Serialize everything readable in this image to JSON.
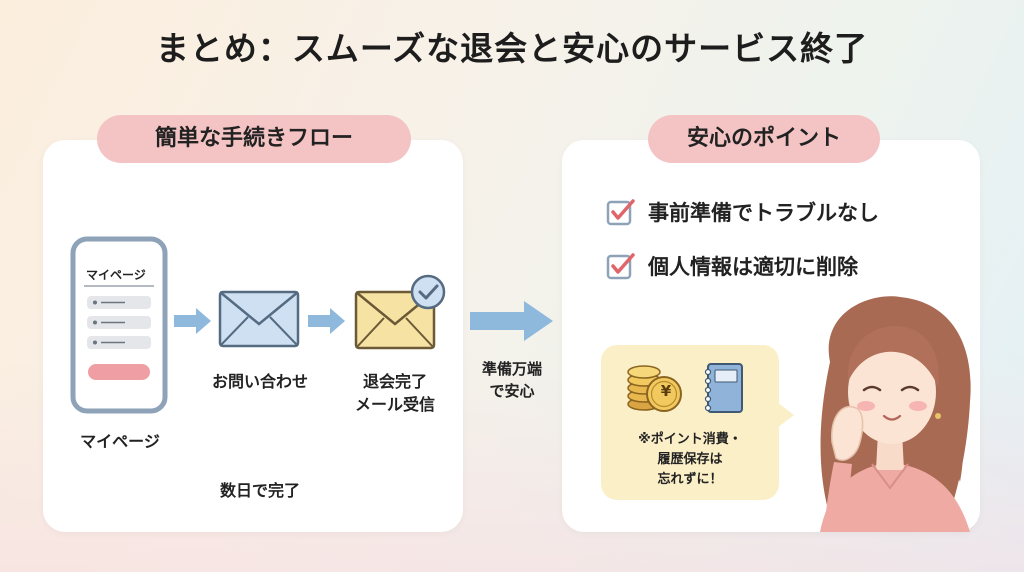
{
  "title": "まとめ：スムーズな退会と安心のサービス終了",
  "left_section": {
    "header": "簡単な手続きフロー",
    "phone_screen_title": "マイページ",
    "phone_label": "マイページ",
    "step2_label": "お問い合わせ",
    "step3_label_line1": "退会完了",
    "step3_label_line2": "メール受信",
    "arrow_label_line1": "準備万端",
    "arrow_label_line2": "で安心",
    "duration": "数日で完了"
  },
  "right_section": {
    "header": "安心のポイント",
    "points": [
      "事前準備でトラブルなし",
      "個人情報は適切に削除"
    ],
    "note_line1": "※ポイント消費・",
    "note_line2": "履歴保存は",
    "note_line3": "忘れずに！",
    "coin_symbol": "¥"
  },
  "colors": {
    "pill": "#f4c4c4",
    "arrow": "#8fb8dd",
    "envelope_blue": "#cfe0f2",
    "envelope_yellow": "#f6e3a4",
    "check_red": "#e0656b",
    "note_bg": "#fbefc8"
  }
}
